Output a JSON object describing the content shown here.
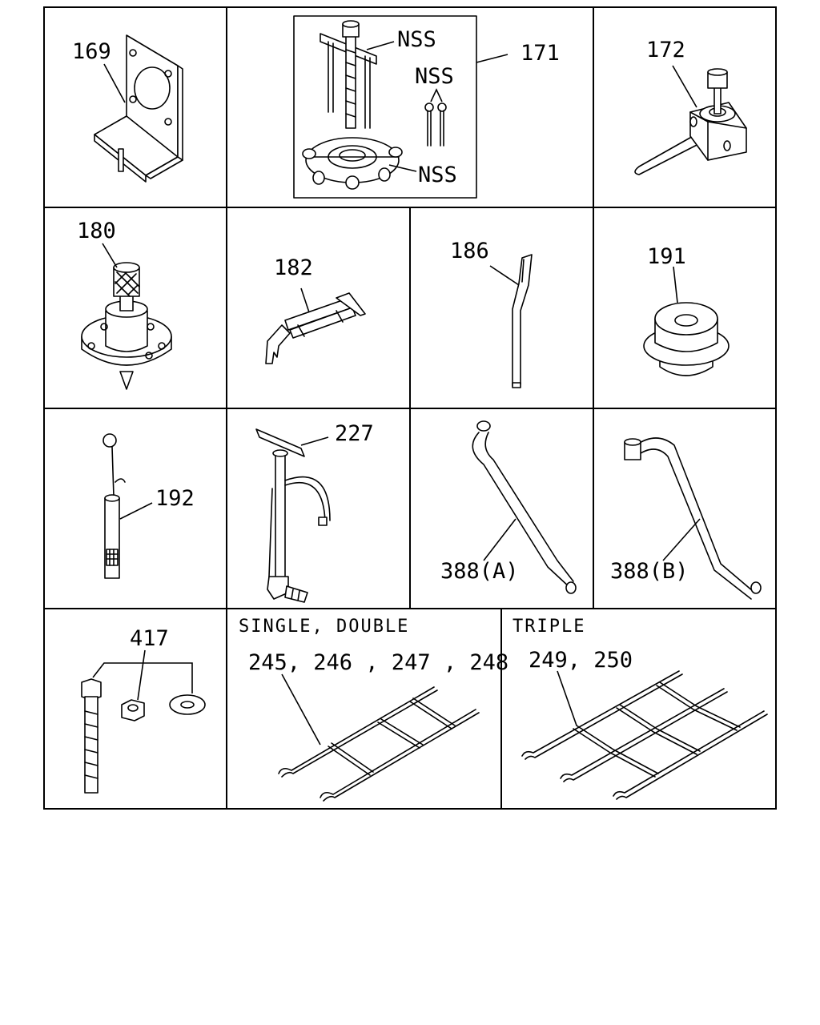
{
  "cells": {
    "c169": {
      "label": "169"
    },
    "c171": {
      "label": "171",
      "nss_1": "NSS",
      "nss_2": "NSS",
      "nss_3": "NSS"
    },
    "c172": {
      "label": "172"
    },
    "c180": {
      "label": "180"
    },
    "c182": {
      "label": "182"
    },
    "c186": {
      "label": "186"
    },
    "c191": {
      "label": "191"
    },
    "c192": {
      "label": "192"
    },
    "c227": {
      "label": "227"
    },
    "c388a": {
      "label": "388(A)"
    },
    "c388b": {
      "label": "388(B)"
    },
    "c417": {
      "label": "417"
    },
    "c_single_double": {
      "header": "SINGLE, DOUBLE",
      "label": "245, 246 , 247 , 248"
    },
    "c_triple": {
      "header": "TRIPLE",
      "label": "249, 250"
    }
  },
  "colors": {
    "line": "#000000",
    "background": "#ffffff"
  }
}
